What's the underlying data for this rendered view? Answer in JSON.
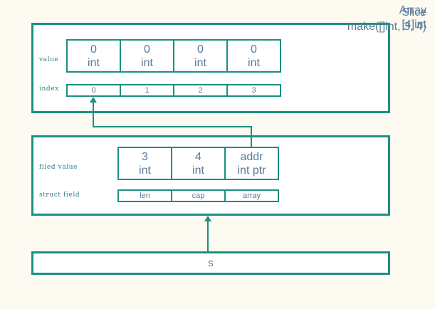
{
  "canvas": {
    "background_color": "#fdfaf2",
    "accent_color": "#1b9080",
    "text_color": "#5a7a99",
    "label_color": "#2a7f86"
  },
  "array_section": {
    "title_line1": "Array",
    "title_line2": "[4]int",
    "row_labels": {
      "values": "value",
      "index": "index"
    },
    "cells": [
      {
        "value": "0",
        "type": "int",
        "index": "0"
      },
      {
        "value": "0",
        "type": "int",
        "index": "1"
      },
      {
        "value": "0",
        "type": "int",
        "index": "2"
      },
      {
        "value": "0",
        "type": "int",
        "index": "3"
      }
    ]
  },
  "slice_section": {
    "title_line1": "Slice",
    "title_line2": "make([]int, 3, 4)",
    "row_labels": {
      "values": "filed value",
      "fields": "struct field"
    },
    "cells": [
      {
        "value": "3",
        "type": "int",
        "field": "len"
      },
      {
        "value": "4",
        "type": "int",
        "field": "cap"
      },
      {
        "value": "addr",
        "type": "int ptr",
        "field": "array"
      }
    ]
  },
  "variable_section": {
    "name": "s"
  },
  "connectors": [
    {
      "name": "array-pointer-connector",
      "from": "slice.array",
      "to": "array.index0"
    },
    {
      "name": "variable-connector",
      "from": "variable.s",
      "to": "slice.box"
    }
  ]
}
